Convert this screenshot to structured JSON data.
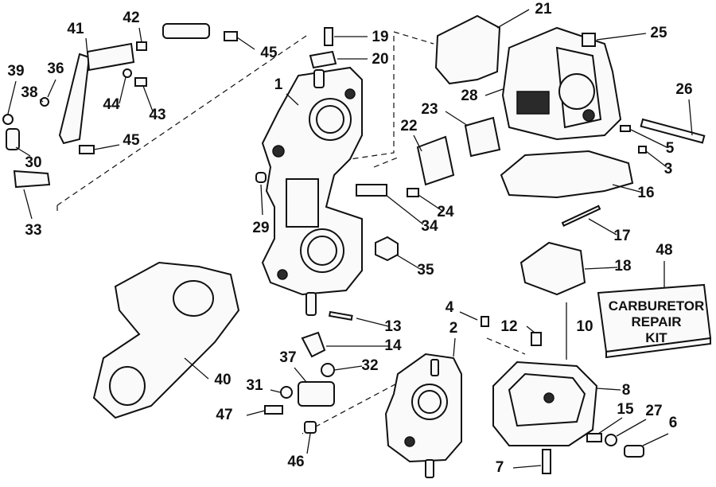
{
  "callouts": [
    {
      "id": "1",
      "text": "1"
    },
    {
      "id": "2",
      "text": "2"
    },
    {
      "id": "3",
      "text": "3"
    },
    {
      "id": "4",
      "text": "4"
    },
    {
      "id": "5",
      "text": "5"
    },
    {
      "id": "6",
      "text": "6"
    },
    {
      "id": "7",
      "text": "7"
    },
    {
      "id": "8",
      "text": "8"
    },
    {
      "id": "10",
      "text": "10"
    },
    {
      "id": "12",
      "text": "12"
    },
    {
      "id": "13",
      "text": "13"
    },
    {
      "id": "14",
      "text": "14"
    },
    {
      "id": "15",
      "text": "15"
    },
    {
      "id": "16",
      "text": "16"
    },
    {
      "id": "17",
      "text": "17"
    },
    {
      "id": "18",
      "text": "18"
    },
    {
      "id": "19",
      "text": "19"
    },
    {
      "id": "20",
      "text": "20"
    },
    {
      "id": "21",
      "text": "21"
    },
    {
      "id": "22",
      "text": "22"
    },
    {
      "id": "23",
      "text": "23"
    },
    {
      "id": "24",
      "text": "24"
    },
    {
      "id": "25",
      "text": "25"
    },
    {
      "id": "26",
      "text": "26"
    },
    {
      "id": "27",
      "text": "27"
    },
    {
      "id": "28",
      "text": "28"
    },
    {
      "id": "29",
      "text": "29"
    },
    {
      "id": "30",
      "text": "30"
    },
    {
      "id": "31",
      "text": "31"
    },
    {
      "id": "32",
      "text": "32"
    },
    {
      "id": "33",
      "text": "33"
    },
    {
      "id": "34",
      "text": "34"
    },
    {
      "id": "35",
      "text": "35"
    },
    {
      "id": "36",
      "text": "36"
    },
    {
      "id": "37",
      "text": "37"
    },
    {
      "id": "38",
      "text": "38"
    },
    {
      "id": "39",
      "text": "39"
    },
    {
      "id": "40",
      "text": "40"
    },
    {
      "id": "41",
      "text": "41"
    },
    {
      "id": "42",
      "text": "42"
    },
    {
      "id": "43",
      "text": "43"
    },
    {
      "id": "44",
      "text": "44"
    },
    {
      "id": "45a",
      "text": "45"
    },
    {
      "id": "45b",
      "text": "45"
    },
    {
      "id": "46",
      "text": "46"
    },
    {
      "id": "47",
      "text": "47"
    },
    {
      "id": "48",
      "text": "48"
    }
  ],
  "kit_box": {
    "line1": "CARBURETOR",
    "line2": "REPAIR",
    "line3": "KIT"
  }
}
